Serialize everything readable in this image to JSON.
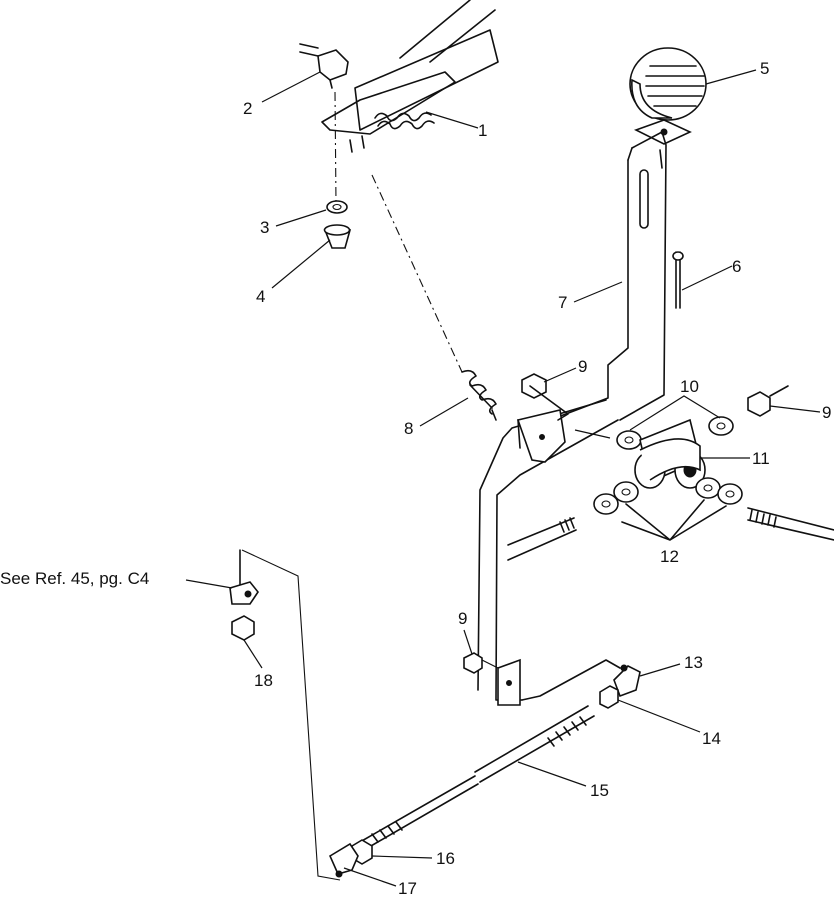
{
  "callouts": {
    "c1": "1",
    "c2": "2",
    "c3": "3",
    "c4": "4",
    "c5": "5",
    "c6": "6",
    "c7": "7",
    "c8": "8",
    "c9a": "9",
    "c9b": "9",
    "c9c": "9",
    "c10": "10",
    "c11": "11",
    "c12": "12",
    "c13": "13",
    "c14": "14",
    "c15": "15",
    "c16": "16",
    "c17": "17",
    "c18": "18"
  },
  "reference_note": "See Ref. 45, pg. C4"
}
